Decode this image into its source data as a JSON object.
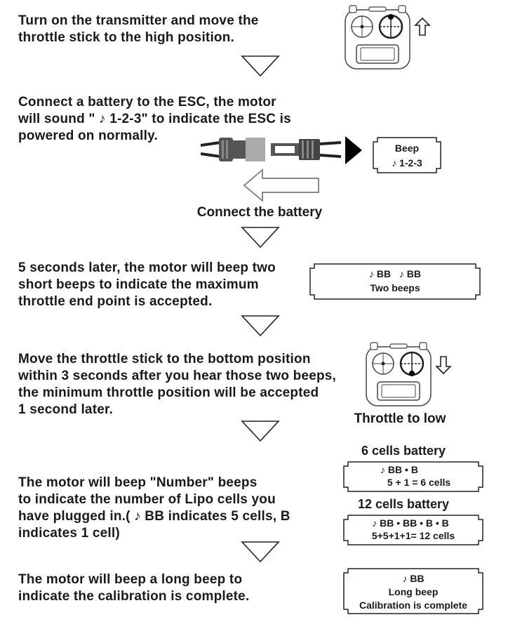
{
  "steps": [
    {
      "text": "Turn on the transmitter and move the\nthrottle stick to the high position."
    },
    {
      "text": "Connect a battery to the ESC, the motor\nwill sound \" ♪ 1-2-3\" to indicate the ESC is\npowered on normally."
    },
    {
      "text": "5 seconds later, the motor will beep two\nshort beeps to indicate the maximum\nthrottle end point is accepted."
    },
    {
      "text": "Move the throttle stick to the bottom position\nwithin 3 seconds after you hear those two beeps,\nthe minimum throttle position will be accepted\n1 second later."
    },
    {
      "text": "The motor will beep \"Number\" beeps\nto indicate the number of Lipo cells you\nhave plugged in.( ♪ BB indicates 5 cells, B\nindicates 1 cell)"
    },
    {
      "text": "The motor will beep a long beep to\nindicate the calibration is complete."
    }
  ],
  "captions": {
    "connect_battery": "Connect the battery",
    "throttle_low": "Throttle to low",
    "six_cells": "6 cells battery",
    "twelve_cells": "12 cells battery"
  },
  "beeps": {
    "powered": {
      "line1": "Beep",
      "line2": "♪ 1-2-3"
    },
    "max": {
      "line1": "♪ BB   ♪ BB",
      "line2": "Two beeps"
    },
    "six": {
      "line1": "♪ BB • B",
      "line2": "5 + 1 = 6 cells"
    },
    "twelve": {
      "line1": "♪ BB • BB • B • B",
      "line2": "5+5+1+1= 12 cells"
    },
    "complete": {
      "line1": "♪ BB",
      "line2": "Long beep",
      "line3": "Calibration is complete"
    }
  }
}
